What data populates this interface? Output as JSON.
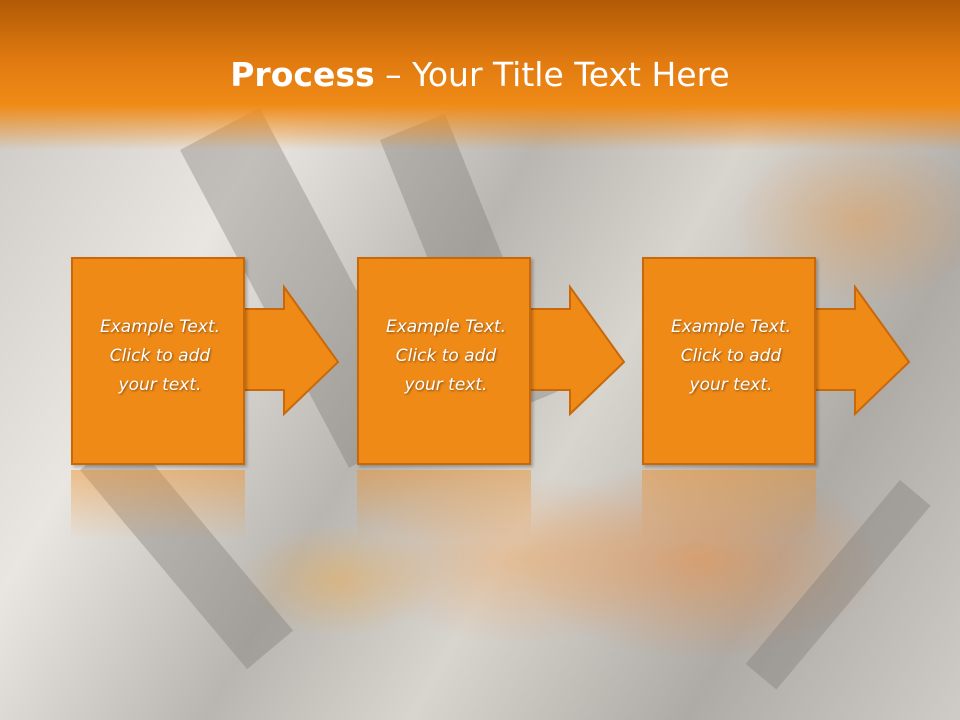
{
  "slide": {
    "title_bold": "Process",
    "title_dash": " – ",
    "title_rest": "Your Title Text Here"
  },
  "steps": [
    {
      "line1": "Example Text.",
      "line2": "Click  to add",
      "line3": "your text."
    },
    {
      "line1": "Example Text.",
      "line2": "Click  to add",
      "line3": "your text."
    },
    {
      "line1": "Example Text.",
      "line2": "Click  to add",
      "line3": "your text."
    }
  ],
  "colors": {
    "accent": "#f08a17",
    "accent_border": "#c8680b",
    "header_dark": "#b15a06"
  }
}
